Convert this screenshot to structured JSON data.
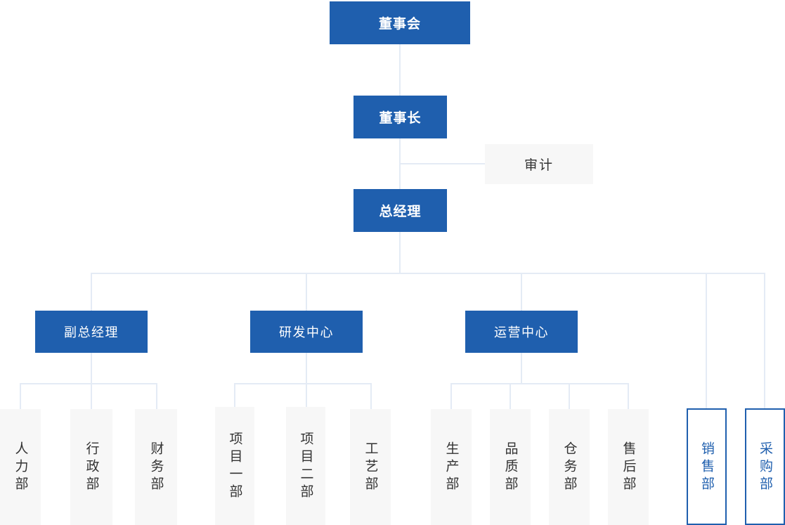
{
  "chart_title": "",
  "theme": {
    "primary": "#1f5fae",
    "line": "#e4ebf5",
    "leaf_bg": "#f7f7f7",
    "leaf_text": "#333333",
    "highlight_border": "#1f5fae",
    "highlight_text": "#1f5fae",
    "page_bg": "#ffffff"
  },
  "nodes": {
    "board": {
      "label": "董事会"
    },
    "chairman": {
      "label": "董事长"
    },
    "audit": {
      "label": "审计"
    },
    "general_manager": {
      "label": "总经理"
    },
    "deputy_gm": {
      "label": "副总经理"
    },
    "rd_center": {
      "label": "研发中心"
    },
    "ops_center": {
      "label": "运营中心"
    }
  },
  "departments": {
    "deputy_gm_children": [
      {
        "label": "人力部"
      },
      {
        "label": "行政部"
      },
      {
        "label": "财务部"
      }
    ],
    "rd_center_children": [
      {
        "label": "项目一部"
      },
      {
        "label": "项目二部"
      },
      {
        "label": "工艺部"
      }
    ],
    "ops_center_children": [
      {
        "label": "生产部"
      },
      {
        "label": "品质部"
      },
      {
        "label": "仓务部"
      },
      {
        "label": "售后部"
      }
    ],
    "gm_direct_children": [
      {
        "label": "销售部",
        "highlighted": true
      },
      {
        "label": "采购部",
        "highlighted": true
      }
    ]
  }
}
